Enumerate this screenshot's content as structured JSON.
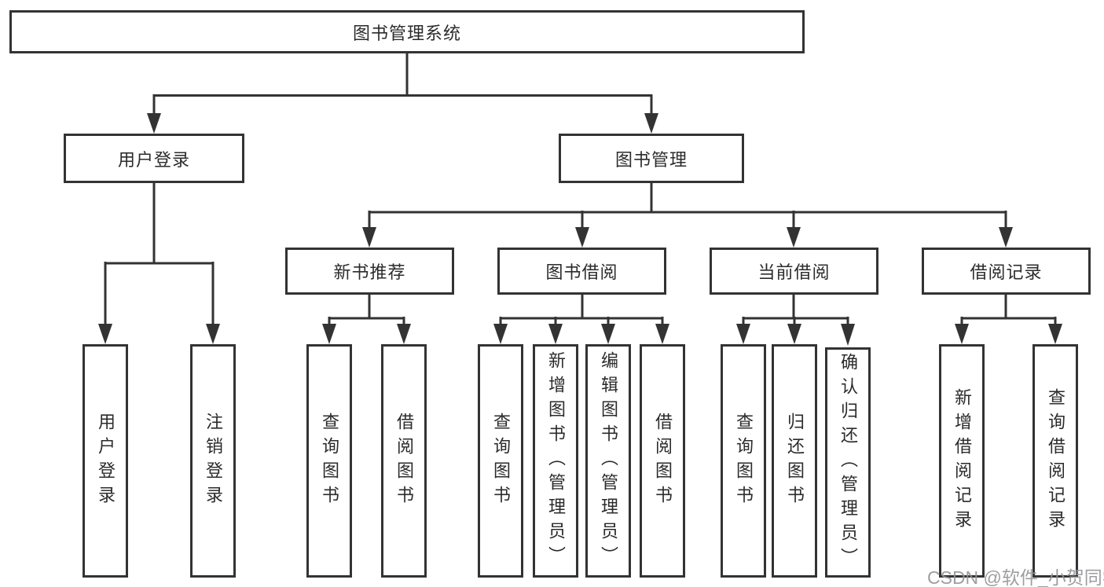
{
  "tree": {
    "root": {
      "label": "图书管理系统",
      "children": [
        {
          "label": "用户登录",
          "children": [
            {
              "label": "用户登录"
            },
            {
              "label": "注销登录"
            }
          ]
        },
        {
          "label": "图书管理",
          "children": [
            {
              "label": "新书推荐",
              "children": [
                {
                  "label": "查询图书"
                },
                {
                  "label": "借阅图书"
                }
              ]
            },
            {
              "label": "图书借阅",
              "children": [
                {
                  "label": "查询图书"
                },
                {
                  "label": "新增图书（管理员）"
                },
                {
                  "label": "编辑图书（管理员）"
                },
                {
                  "label": "借阅图书"
                }
              ]
            },
            {
              "label": "当前借阅",
              "children": [
                {
                  "label": "查询图书"
                },
                {
                  "label": "归还图书"
                },
                {
                  "label": "确认归还（管理员）"
                }
              ]
            },
            {
              "label": "借阅记录",
              "children": [
                {
                  "label": "新增借阅记录"
                },
                {
                  "label": "查询借阅记录"
                }
              ]
            }
          ]
        }
      ]
    }
  },
  "watermark": {
    "text": "CSDN @软件_小贺同学"
  },
  "colors": {
    "line": "#333333",
    "box_border": "#333333",
    "box_fill": "#ffffff",
    "text": "#2b2b2b",
    "watermark": "#949498"
  }
}
